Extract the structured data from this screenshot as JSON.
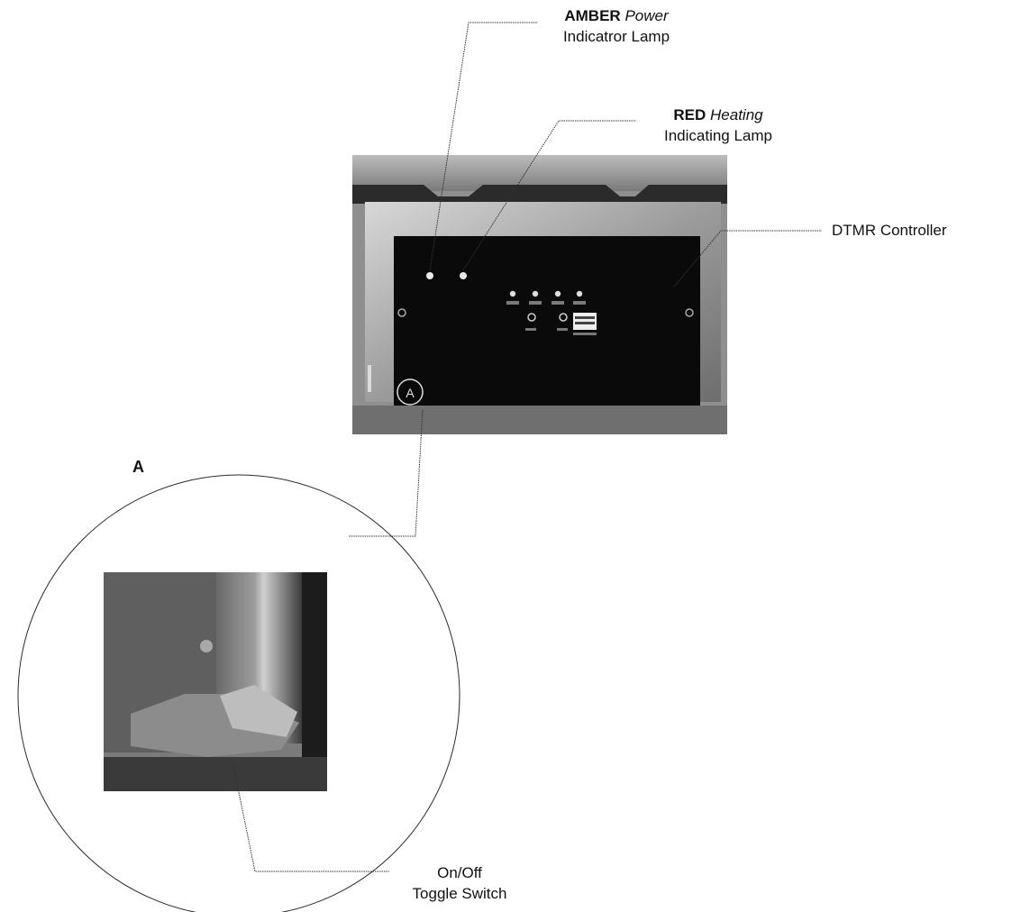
{
  "labels": {
    "amber": {
      "bold": "AMBER",
      "italic": "Power",
      "line2": "Indicatror Lamp"
    },
    "red": {
      "bold": "RED",
      "italic": "Heating",
      "line2": "Indicating Lamp"
    },
    "controller": "DTMR Controller",
    "toggle": {
      "line1": "On/Off",
      "line2": "Toggle Switch"
    },
    "detail_letter": "A"
  },
  "panel": {
    "inset_letter": "A"
  },
  "colors": {
    "panel_face": "#0a0a0a",
    "panel_frame": "#8a8a8a",
    "background": "#ffffff",
    "leader_line": "#333333"
  }
}
